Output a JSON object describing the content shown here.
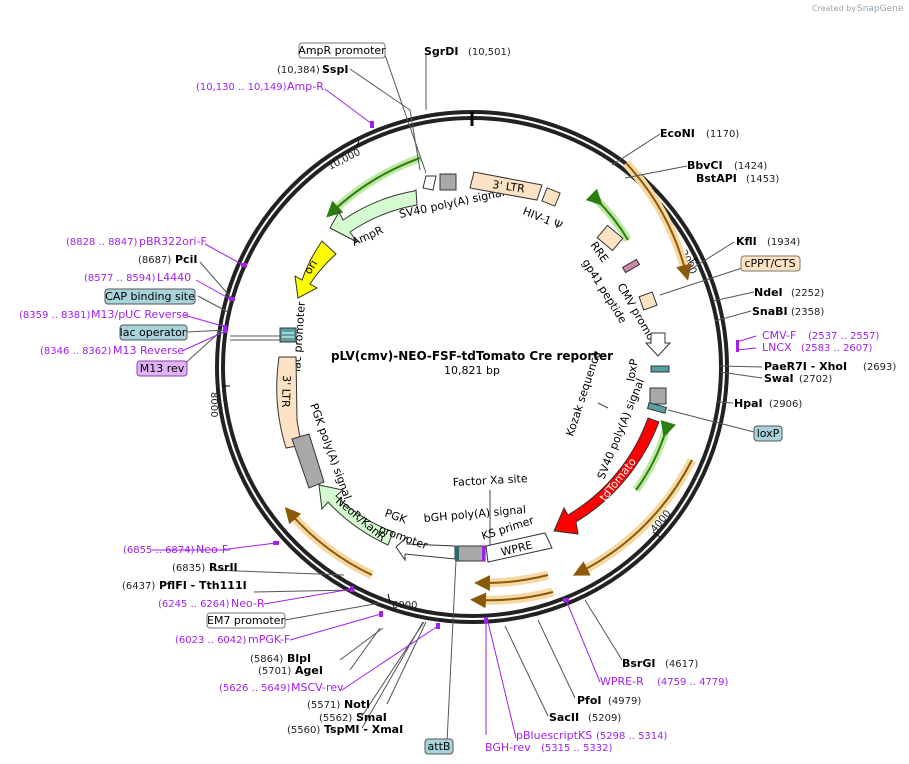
{
  "brand": {
    "created_by": "Created by",
    "name": "SnapGene"
  },
  "plasmid": {
    "name": "pLV(cmv)-NEO-FSF-tdTomato Cre reporter",
    "size": "10,821 bp"
  },
  "ruler": [
    "10,000",
    "2000",
    "4000",
    "6000",
    "8000"
  ],
  "sites": [
    {
      "name": "SgrDI",
      "pos": "(10,501)"
    },
    {
      "name": "SspI",
      "pos": "(10,384)"
    },
    {
      "name": "EcoNI",
      "pos": "(1170)"
    },
    {
      "name": "BbvCI",
      "pos": "(1424)"
    },
    {
      "name": "BstAPI",
      "pos": "(1453)"
    },
    {
      "name": "KflI",
      "pos": "(1934)"
    },
    {
      "name": "NdeI",
      "pos": "(2252)"
    },
    {
      "name": "SnaBI",
      "pos": "(2358)"
    },
    {
      "name": "PaeR7I - XhoI",
      "pos": "(2693)"
    },
    {
      "name": "SwaI",
      "pos": "(2702)"
    },
    {
      "name": "HpaI",
      "pos": "(2906)"
    },
    {
      "name": "BsrGI",
      "pos": "(4617)"
    },
    {
      "name": "PfoI",
      "pos": "(4979)"
    },
    {
      "name": "SacII",
      "pos": "(5209)"
    },
    {
      "name": "NotI",
      "pos": "(5571)"
    },
    {
      "name": "SmaI",
      "pos": "(5562)"
    },
    {
      "name": "TspMI - XmaI",
      "pos": "(5560)"
    },
    {
      "name": "AgeI",
      "pos": "(5701)"
    },
    {
      "name": "BlpI",
      "pos": "(5864)"
    },
    {
      "name": "PflFI - Tth111I",
      "pos": "(6437)"
    },
    {
      "name": "RsrII",
      "pos": "(6835)"
    },
    {
      "name": "PciI",
      "pos": "(8687)"
    }
  ],
  "primers": [
    {
      "name": "Amp-R",
      "range": "(10,130 .. 10,149)"
    },
    {
      "name": "pBR322ori-F",
      "range": "(8828 .. 8847)"
    },
    {
      "name": "L4440",
      "range": "(8577 .. 8594)"
    },
    {
      "name": "M13/pUC Reverse",
      "range": "(8359 .. 8381)"
    },
    {
      "name": "M13 Reverse",
      "range": "(8346 .. 8362)"
    },
    {
      "name": "CMV-F",
      "range": "(2537 .. 2557)"
    },
    {
      "name": "LNCX",
      "range": "(2583 .. 2607)"
    },
    {
      "name": "WPRE-R",
      "range": "(4759 .. 4779)"
    },
    {
      "name": "pBluescriptKS",
      "range": "(5298 .. 5314)"
    },
    {
      "name": "BGH-rev",
      "range": "(5315 .. 5332)"
    },
    {
      "name": "MSCV-rev",
      "range": "(5626 .. 5649)"
    },
    {
      "name": "mPGK-F",
      "range": "(6023 .. 6042)"
    },
    {
      "name": "Neo-R",
      "range": "(6245 .. 6264)"
    },
    {
      "name": "Neo-F",
      "range": "(6855 .. 6874)"
    }
  ],
  "boxed": {
    "ampr_promoter": "AmpR promoter",
    "cap_binding_site": "CAP binding site",
    "lac_operator": "lac operator",
    "m13_rev": "M13 rev",
    "cppt_cts": "cPPT/CTS",
    "loxp": "loxP",
    "em7_promoter": "EM7 promoter",
    "attb": "attB"
  },
  "features": {
    "sv40_polya_top": "SV40 poly(A) signal",
    "three_ltr_top": "3' LTR",
    "hiv1_psi": "HIV-1 Ψ",
    "ampr": "AmpR",
    "ori": "ori",
    "rre": "RRE",
    "gp41": "gp41 peptide",
    "cmv_promoter": "CMV promoter",
    "lac_promoter": "lac promoter",
    "loxp_inner": "loxP",
    "kozak": "Kozak sequence",
    "sv40_polya_right": "SV40 poly(A) signal",
    "tdtomato": "tdTomato",
    "three_ltr_left": "3' LTR",
    "pgk_polya": "PGK poly(A) signal",
    "neo": "NeoR/KanR",
    "pgk_promoter_1": "PGK",
    "pgk_promoter_2": "promoter",
    "bgh_polya": "bGH poly(A) signal",
    "factor_xa": "Factor Xa site",
    "ks_primer": "KS primer",
    "wpre": "WPRE"
  },
  "colors": {
    "purple": "#a020f0",
    "promoter": "#ffffff",
    "ltr": "#fde3c4",
    "ampr": "#d4fbd0",
    "ori": "#ffff00",
    "tdtomato": "#ff0000",
    "polya": "#a9a9a9",
    "orange": "#e59a2a",
    "green": "#4caf2a"
  }
}
